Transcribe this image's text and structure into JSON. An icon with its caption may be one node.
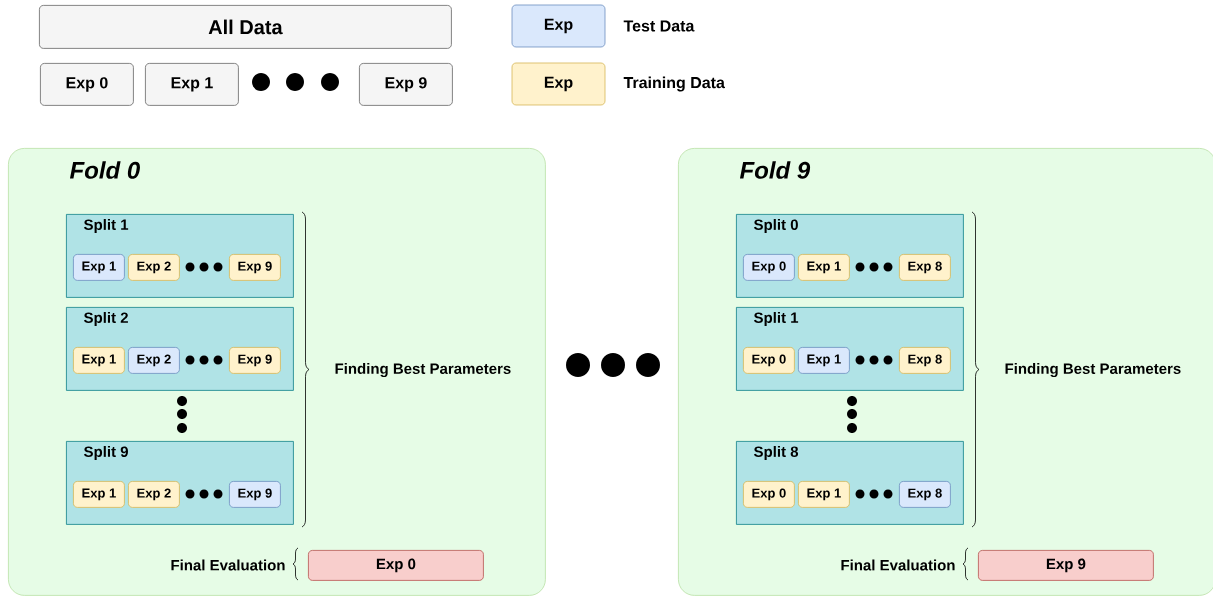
{
  "diagram": {
    "nodes": [
      {
        "text": [
          "All Data"
        ]
      },
      {
        "text": [
          "Exp 0"
        ]
      },
      {
        "text": [
          "Exp 1"
        ]
      },
      {
        "text": [
          "Exp 9"
        ]
      },
      {
        "text": [
          "Fold 0"
        ]
      },
      {
        "text": [
          "Split 1"
        ],
        "in": 4
      },
      {
        "text": [
          "Exp 1"
        ],
        "in": 5
      },
      {
        "text": [
          "Exp 2"
        ],
        "in": 5
      },
      {
        "text": [
          "Exp 9"
        ],
        "in": 5
      },
      {
        "text": [
          "Split 2"
        ],
        "in": 4
      },
      {
        "text": [
          "Exp 1"
        ],
        "in": 9
      },
      {
        "text": [
          "Exp 2"
        ],
        "in": 9
      },
      {
        "text": [
          "Exp 9"
        ],
        "in": 9
      },
      {
        "text": [
          "Split 9"
        ],
        "in": 4
      },
      {
        "text": [
          "Exp 1"
        ],
        "in": 13
      },
      {
        "text": [
          "Exp 2"
        ],
        "in": 13
      },
      {
        "text": [
          "Exp 9"
        ],
        "in": 13
      },
      {
        "text": [
          "Exp 0"
        ],
        "in": 4,
        "beside": [
          "Final Evaluation"
        ]
      },
      {
        "text": [
          "Fold 9"
        ]
      },
      {
        "text": [
          "Split 0"
        ],
        "in": 18
      },
      {
        "text": [
          "Exp 0"
        ],
        "in": 19
      },
      {
        "text": [
          "Exp 1"
        ],
        "in": 19
      },
      {
        "text": [
          "Exp 8"
        ],
        "in": 19
      },
      {
        "text": [
          "Split 1"
        ],
        "in": 18
      },
      {
        "text": [
          "Exp 0"
        ],
        "in": 23
      },
      {
        "text": [
          "Exp 1"
        ],
        "in": 23
      },
      {
        "text": [
          "Exp 8"
        ],
        "in": 23
      },
      {
        "text": [
          "Split 8"
        ],
        "in": 18
      },
      {
        "text": [
          "Exp 0"
        ],
        "in": 27
      },
      {
        "text": [
          "Exp 1"
        ],
        "in": 27
      },
      {
        "text": [
          "Exp 8"
        ],
        "in": 27
      },
      {
        "text": [
          "Exp 9"
        ],
        "in": 18,
        "beside": [
          "Final Evaluation"
        ]
      }
    ],
    "labels": [
      "Exp",
      "Exp",
      "Finding Best Parameters",
      "Finding Best Parameters"
    ],
    "legend": [
      {
        "text": "Test Data",
        "color": "#dae8fc"
      },
      {
        "text": "Training Data",
        "color": "#fff2cc"
      }
    ]
  }
}
